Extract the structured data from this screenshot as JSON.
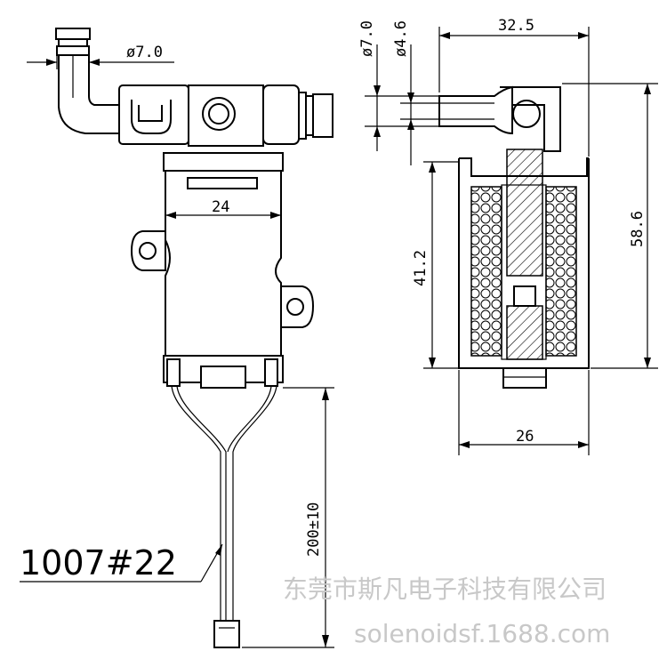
{
  "dimensions": {
    "tube_diameter": "ø7.0",
    "inner_diameter": "ø4.6",
    "total_width": "32.5",
    "body_width": "24",
    "coil_height": "41.2",
    "total_height": "58.6",
    "base_width": "26",
    "lead_length": "200±10"
  },
  "wire_label": "1007#22",
  "watermark": {
    "company": "东莞市斯凡电子科技有限公司",
    "website": "solenoidsf.1688.com"
  }
}
